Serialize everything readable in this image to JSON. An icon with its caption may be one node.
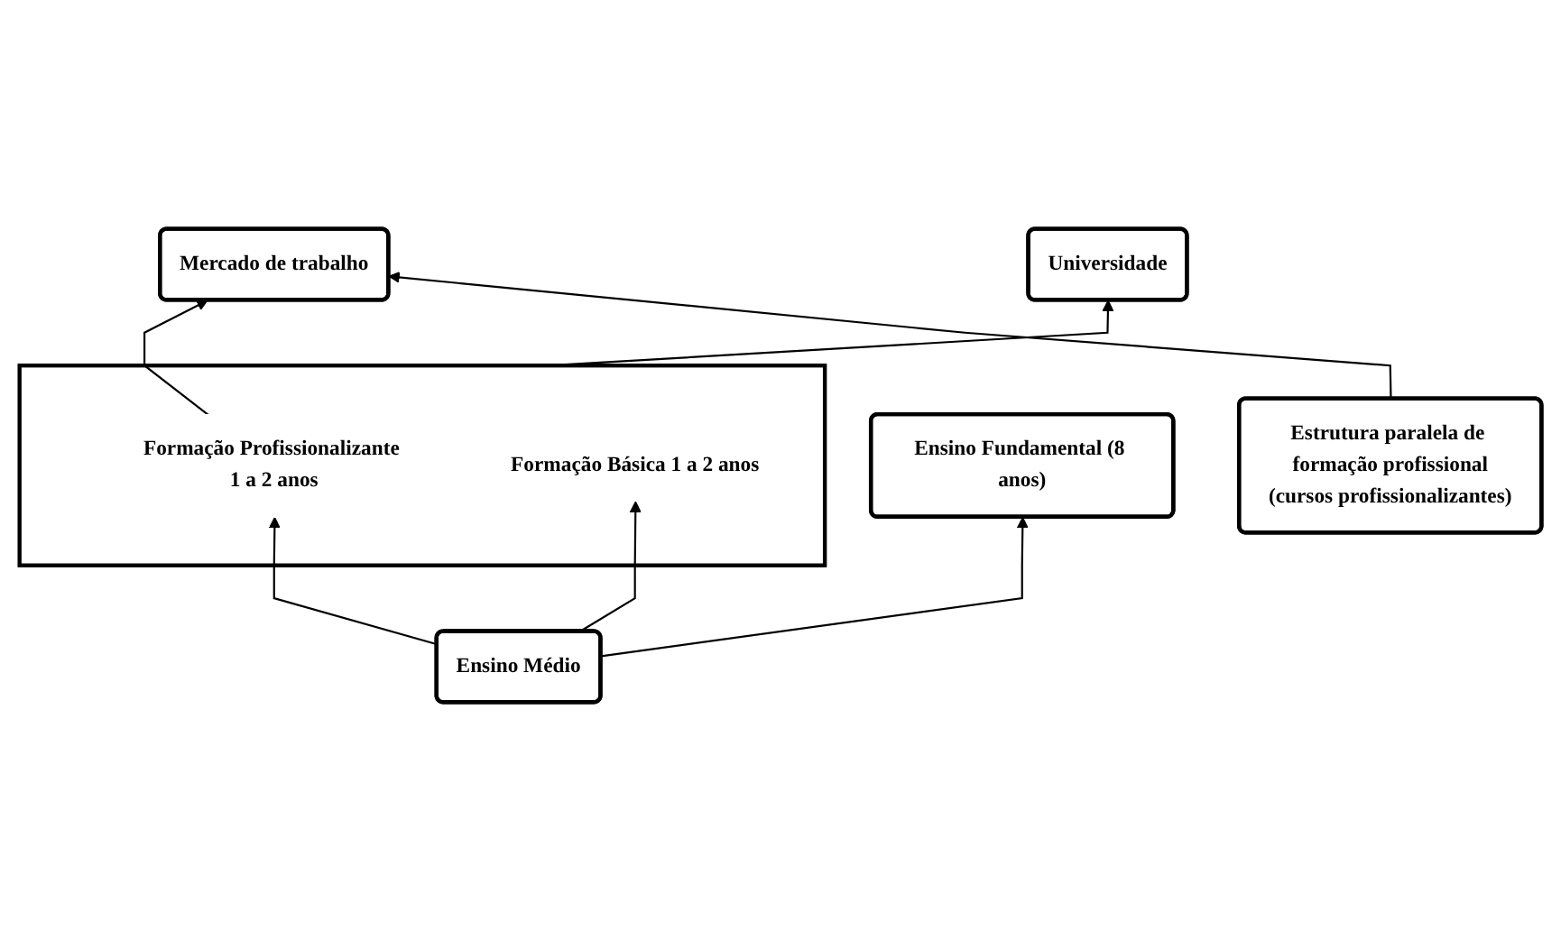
{
  "diagram": {
    "nodes": [
      {
        "text": [
          "Universidade"
        ]
      },
      {
        "text": [
          "Mercado de trabalho"
        ]
      },
      {
        "text": [
          "Ensino Médio"
        ]
      },
      {
        "text": [],
        "shape": "box"
      },
      {
        "text": [
          "Formação Profissionalizante 1 a 2 anos"
        ],
        "in": 3
      },
      {
        "text": [
          "Formação Básica 1 a 2 anos"
        ],
        "in": 3
      },
      {
        "text": [
          "Estrutura paralela de formação profissional",
          "(cursos profissionalizantes)"
        ]
      },
      {
        "text": [
          "Ensino Fundamental (8 anos)"
        ]
      }
    ],
    "edges": [
      {
        "from": 3,
        "to": 0,
        "arrow": "to"
      },
      {
        "from": 4,
        "to": 1,
        "arrow": "to"
      },
      {
        "from": 6,
        "to": 1,
        "arrow": "to"
      },
      {
        "from": 2,
        "to": 4,
        "arrow": "to"
      },
      {
        "from": 2,
        "to": 5,
        "arrow": "to"
      },
      {
        "from": 2,
        "to": 7,
        "arrow": "to"
      }
    ]
  }
}
